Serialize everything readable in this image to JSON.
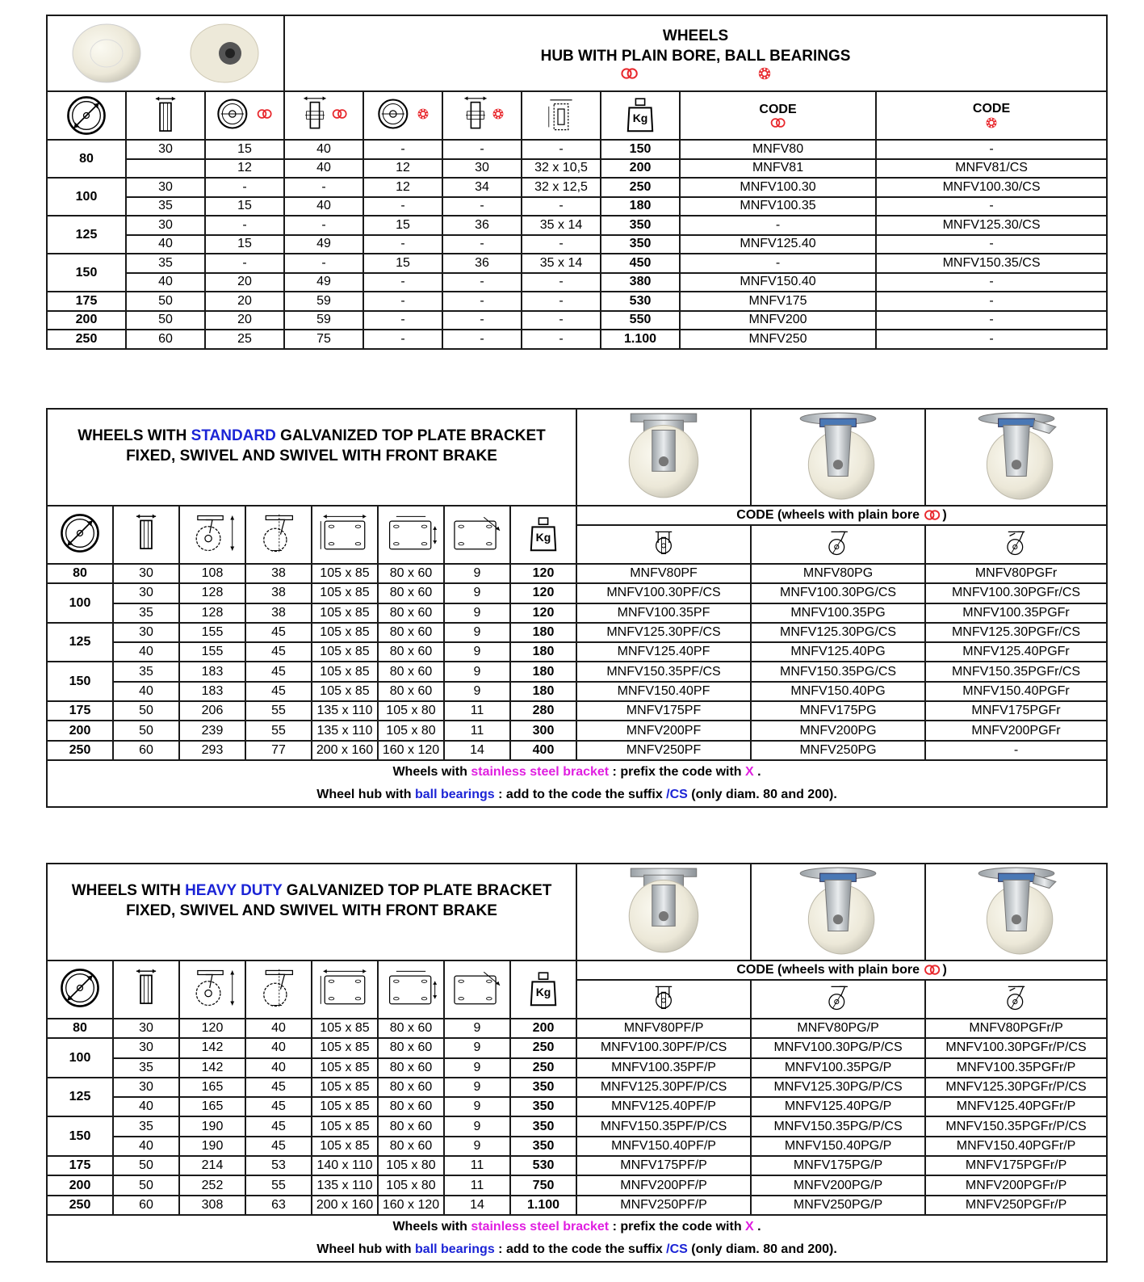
{
  "colors": {
    "accent_blue": "#1b24d6",
    "accent_magenta": "#e01ee0",
    "icon_red": "#e8282d",
    "rule": "#1a1a1a"
  },
  "table1": {
    "title_line1": "WHEELS",
    "title_line2": "HUB WITH PLAIN BORE, BALL BEARINGS",
    "code_label_a": "CODE",
    "code_label_b": "CODE",
    "kg_label": "Kg",
    "rows": [
      [
        "80",
        "30",
        "15",
        "40",
        "-",
        "-",
        "-",
        "150",
        "MNFV80",
        "-"
      ],
      [
        "",
        "",
        "12",
        "40",
        "12",
        "30",
        "32 x 10,5",
        "200",
        "MNFV81",
        "MNFV81/CS"
      ],
      [
        "100",
        "30",
        "-",
        "-",
        "12",
        "34",
        "32 x 12,5",
        "250",
        "MNFV100.30",
        "MNFV100.30/CS"
      ],
      [
        "",
        "35",
        "15",
        "40",
        "-",
        "-",
        "-",
        "180",
        "MNFV100.35",
        "-"
      ],
      [
        "125",
        "30",
        "-",
        "-",
        "15",
        "36",
        "35 x 14",
        "350",
        "-",
        "MNFV125.30/CS"
      ],
      [
        "",
        "40",
        "15",
        "49",
        "-",
        "-",
        "-",
        "350",
        "MNFV125.40",
        "-"
      ],
      [
        "150",
        "35",
        "-",
        "-",
        "15",
        "36",
        "35 x 14",
        "450",
        "-",
        "MNFV150.35/CS"
      ],
      [
        "",
        "40",
        "20",
        "49",
        "-",
        "-",
        "-",
        "380",
        "MNFV150.40",
        "-"
      ],
      [
        "175",
        "50",
        "20",
        "59",
        "-",
        "-",
        "-",
        "530",
        "MNFV175",
        "-"
      ],
      [
        "200",
        "50",
        "20",
        "59",
        "-",
        "-",
        "-",
        "550",
        "MNFV200",
        "-"
      ],
      [
        "250",
        "60",
        "25",
        "75",
        "-",
        "-",
        "-",
        "1.100",
        "MNFV250",
        "-"
      ]
    ]
  },
  "table2": {
    "title_pre": "WHEELS WITH ",
    "title_hl": "STANDARD",
    "title_post": "  GALVANIZED TOP PLATE BRACKET",
    "title_line2": "FIXED, SWIVEL AND SWIVEL WITH FRONT BRAKE",
    "code_header": "CODE (wheels with plain bore ",
    "code_header_close": ")",
    "kg_label": "Kg",
    "rows": [
      [
        "80",
        "30",
        "108",
        "38",
        "105 x 85",
        "80 x 60",
        "9",
        "120",
        "MNFV80PF",
        "MNFV80PG",
        "MNFV80PGFr"
      ],
      [
        "100",
        "30",
        "128",
        "38",
        "105 x 85",
        "80 x 60",
        "9",
        "120",
        "MNFV100.30PF/CS",
        "MNFV100.30PG/CS",
        "MNFV100.30PGFr/CS"
      ],
      [
        "",
        "35",
        "128",
        "38",
        "105 x 85",
        "80 x 60",
        "9",
        "120",
        "MNFV100.35PF",
        "MNFV100.35PG",
        "MNFV100.35PGFr"
      ],
      [
        "125",
        "30",
        "155",
        "45",
        "105 x 85",
        "80 x 60",
        "9",
        "180",
        "MNFV125.30PF/CS",
        "MNFV125.30PG/CS",
        "MNFV125.30PGFr/CS"
      ],
      [
        "",
        "40",
        "155",
        "45",
        "105 x 85",
        "80 x 60",
        "9",
        "180",
        "MNFV125.40PF",
        "MNFV125.40PG",
        "MNFV125.40PGFr"
      ],
      [
        "150",
        "35",
        "183",
        "45",
        "105 x 85",
        "80 x 60",
        "9",
        "180",
        "MNFV150.35PF/CS",
        "MNFV150.35PG/CS",
        "MNFV150.35PGFr/CS"
      ],
      [
        "",
        "40",
        "183",
        "45",
        "105 x 85",
        "80 x 60",
        "9",
        "180",
        "MNFV150.40PF",
        "MNFV150.40PG",
        "MNFV150.40PGFr"
      ],
      [
        "175",
        "50",
        "206",
        "55",
        "135 x 110",
        "105 x 80",
        "11",
        "280",
        "MNFV175PF",
        "MNFV175PG",
        "MNFV175PGFr"
      ],
      [
        "200",
        "50",
        "239",
        "55",
        "135 x 110",
        "105 x 80",
        "11",
        "300",
        "MNFV200PF",
        "MNFV200PG",
        "MNFV200PGFr"
      ],
      [
        "250",
        "60",
        "293",
        "77",
        "200 x 160",
        "160 x 120",
        "14",
        "400",
        "MNFV250PF",
        "MNFV250PG",
        "-"
      ]
    ],
    "note1_pre": "Wheels with ",
    "note1_hl": "stainless steel bracket",
    "note1_mid": " : prefix the code with ",
    "note1_x": "X",
    "note1_post": " .",
    "note2_pre": "Wheel hub with ",
    "note2_hl": "ball bearings",
    "note2_mid": "  : add to the code the suffix ",
    "note2_cs": "/CS",
    "note2_post": " (only diam. 80 and 200)."
  },
  "table3": {
    "title_pre": "WHEELS WITH ",
    "title_hl": "HEAVY DUTY",
    "title_post": " GALVANIZED TOP PLATE BRACKET",
    "title_line2": "FIXED, SWIVEL AND SWIVEL WITH FRONT BRAKE",
    "code_header": "CODE (wheels with plain bore ",
    "code_header_close": ")",
    "kg_label": "Kg",
    "rows": [
      [
        "80",
        "30",
        "120",
        "40",
        "105 x 85",
        "80 x 60",
        "9",
        "200",
        "MNFV80PF/P",
        "MNFV80PG/P",
        "MNFV80PGFr/P"
      ],
      [
        "100",
        "30",
        "142",
        "40",
        "105 x 85",
        "80 x 60",
        "9",
        "250",
        "MNFV100.30PF/P/CS",
        "MNFV100.30PG/P/CS",
        "MNFV100.30PGFr/P/CS"
      ],
      [
        "",
        "35",
        "142",
        "40",
        "105 x 85",
        "80 x 60",
        "9",
        "250",
        "MNFV100.35PF/P",
        "MNFV100.35PG/P",
        "MNFV100.35PGFr/P"
      ],
      [
        "125",
        "30",
        "165",
        "45",
        "105 x 85",
        "80 x 60",
        "9",
        "350",
        "MNFV125.30PF/P/CS",
        "MNFV125.30PG/P/CS",
        "MNFV125.30PGFr/P/CS"
      ],
      [
        "",
        "40",
        "165",
        "45",
        "105 x 85",
        "80 x 60",
        "9",
        "350",
        "MNFV125.40PF/P",
        "MNFV125.40PG/P",
        "MNFV125.40PGFr/P"
      ],
      [
        "150",
        "35",
        "190",
        "45",
        "105 x 85",
        "80 x 60",
        "9",
        "350",
        "MNFV150.35PF/P/CS",
        "MNFV150.35PG/P/CS",
        "MNFV150.35PGFr/P/CS"
      ],
      [
        "",
        "40",
        "190",
        "45",
        "105 x 85",
        "80 x 60",
        "9",
        "350",
        "MNFV150.40PF/P",
        "MNFV150.40PG/P",
        "MNFV150.40PGFr/P"
      ],
      [
        "175",
        "50",
        "214",
        "53",
        "140 x 110",
        "105 x 80",
        "11",
        "530",
        "MNFV175PF/P",
        "MNFV175PG/P",
        "MNFV175PGFr/P"
      ],
      [
        "200",
        "50",
        "252",
        "55",
        "135 x 110",
        "105 x 80",
        "11",
        "750",
        "MNFV200PF/P",
        "MNFV200PG/P",
        "MNFV200PGFr/P"
      ],
      [
        "250",
        "60",
        "308",
        "63",
        "200 x 160",
        "160 x 120",
        "14",
        "1.100",
        "MNFV250PF/P",
        "MNFV250PG/P",
        "MNFV250PGFr/P"
      ]
    ],
    "note1_pre": "Wheels with ",
    "note1_hl": "stainless steel bracket",
    "note1_mid": " : prefix the code with ",
    "note1_x": "X",
    "note1_post": " .",
    "note2_pre": "Wheel hub with ",
    "note2_hl": "ball bearings",
    "note2_mid": "  : add to the code the suffix ",
    "note2_cs": "/CS",
    "note2_post": " (only diam. 80 and 200)."
  }
}
